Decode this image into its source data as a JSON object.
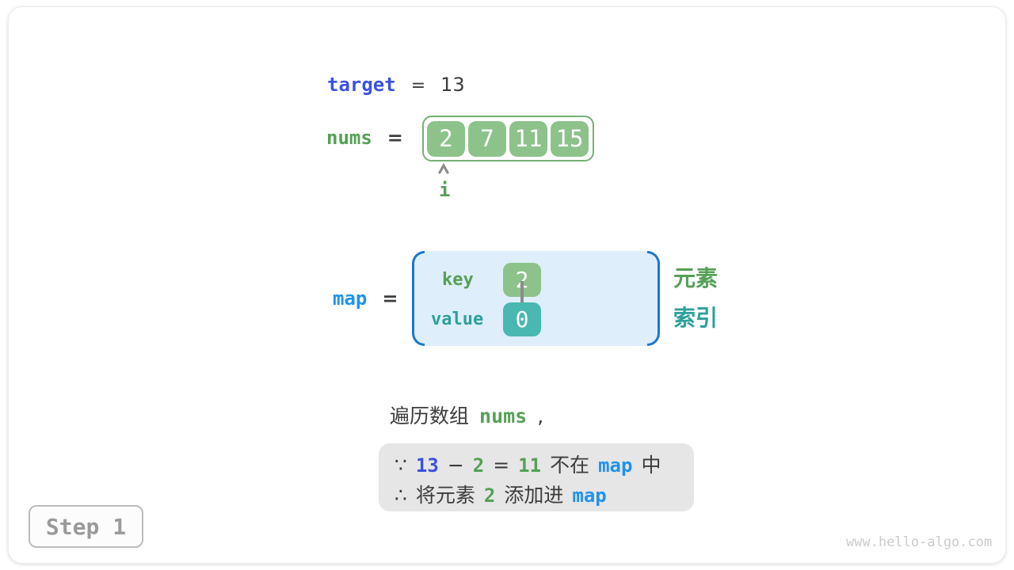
{
  "figure": {
    "step_label": "Step 1",
    "watermark": "www.hello-algo.com"
  },
  "target_row": {
    "label": "target",
    "equals": "=",
    "value": "13"
  },
  "nums_row": {
    "label": "nums",
    "equals": "=",
    "cells": [
      "2",
      "7",
      "11",
      "15"
    ],
    "pointer_label": "i"
  },
  "map_box": {
    "label": "map",
    "equals": "=",
    "key_label": "key",
    "key_value": "2",
    "value_label": "value",
    "value_value": "0",
    "element_label": "元素",
    "index_label": "索引"
  },
  "caption": {
    "prefix": "遍历数组",
    "var": "nums",
    "suffix": ","
  },
  "note": {
    "line1": {
      "because": "∵",
      "minuend": "13",
      "minus": "−",
      "subtrahend": "2",
      "equals": "=",
      "difference": "11",
      "not_in": "不在",
      "map_var": "map",
      "suffix": "中"
    },
    "line2": {
      "therefore": "∴",
      "prefix": "将元素",
      "element": "2",
      "action": "添加进",
      "map_var": "map"
    }
  },
  "colors": {
    "royal_blue": "#3b51e3",
    "sky_blue": "#2092ee",
    "bracket_blue": "#1a78cf",
    "green_text": "#55a055",
    "green_fill": "#8dc28b",
    "teal_text": "#2da09a",
    "teal_fill": "#49b8b0",
    "map_background": "#deeefb",
    "note_background": "#e6e6e6",
    "dark_text": "#3c3c3c"
  }
}
